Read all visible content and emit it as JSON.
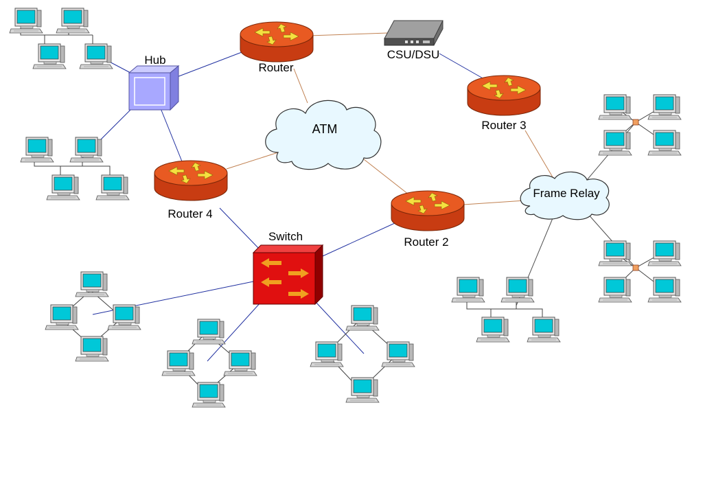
{
  "labels": {
    "hub": "Hub",
    "router": "Router",
    "csu_dsu": "CSU/DSU",
    "router3": "Router 3",
    "atm": "ATM",
    "router4": "Router 4",
    "router2": "Router 2",
    "switch": "Switch",
    "frame_relay": "Frame Relay"
  },
  "colors": {
    "computer_screen": "#00c8d8",
    "computer_body": "#d0d0d0",
    "router_fill": "#e0501a",
    "router_arrow": "#f5e040",
    "switch_fill": "#e01010",
    "switch_arrow": "#f0a020",
    "hub_fill": "#a8a8ff",
    "cloud_fill": "#e8f8ff",
    "link_blue": "#2030a0",
    "link_brown": "#c08050",
    "mini_hub_fill": "#f0a060"
  },
  "icons": {
    "computer": "desktop-computer-icon",
    "router": "router-icon",
    "switch": "switch-icon",
    "hub": "hub-icon",
    "csu_dsu": "csu-dsu-device-icon",
    "cloud": "network-cloud-icon"
  }
}
